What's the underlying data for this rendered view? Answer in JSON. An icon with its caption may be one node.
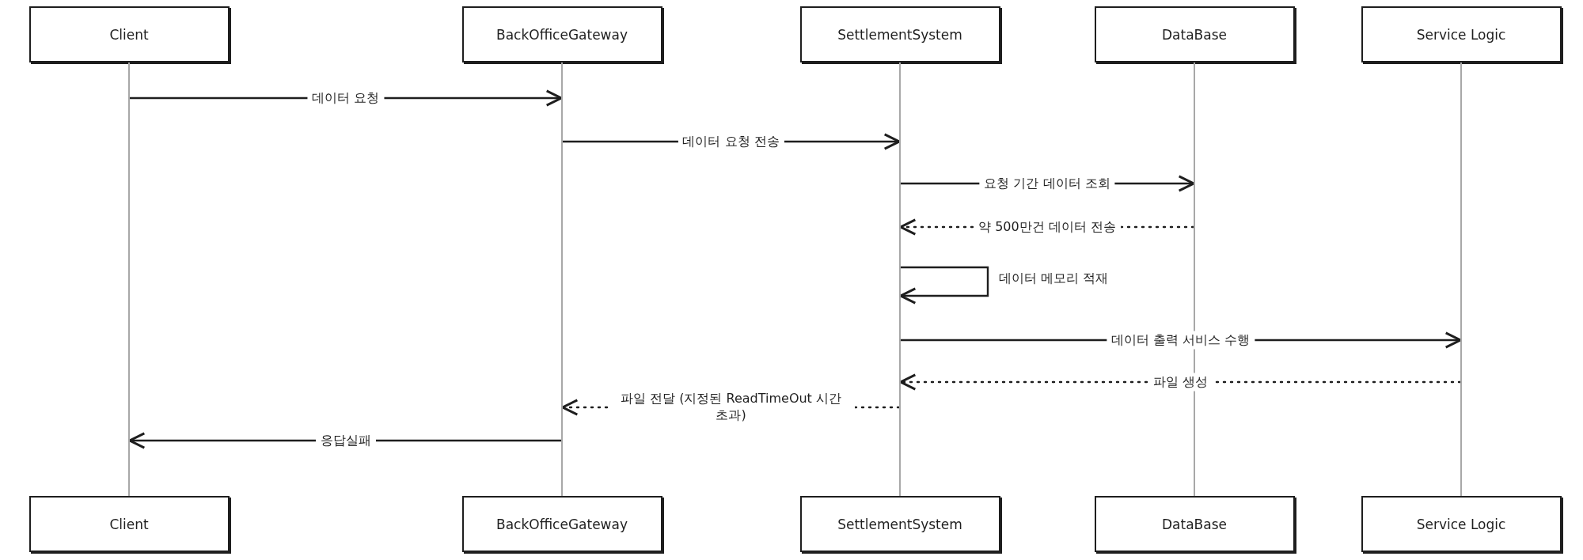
{
  "diagram": {
    "nodes": [
      {
        "text": [
          "Client"
        ]
      },
      {
        "text": [
          "BackOfficeGateway"
        ]
      },
      {
        "text": [
          "SettlementSystem"
        ]
      },
      {
        "text": [
          "DataBase"
        ]
      },
      {
        "text": [
          "Service Logic"
        ]
      },
      {
        "text": [
          "Client"
        ]
      },
      {
        "text": [
          "BackOfficeGateway"
        ]
      },
      {
        "text": [
          "SettlementSystem"
        ]
      },
      {
        "text": [
          "DataBase"
        ]
      },
      {
        "text": [
          "Service Logic"
        ]
      },
      {
        "text": [],
        "shape": "line"
      },
      {
        "text": [],
        "shape": "line"
      },
      {
        "text": [],
        "shape": "line"
      },
      {
        "text": [],
        "shape": "line"
      },
      {
        "text": [],
        "shape": "line"
      }
    ],
    "edges": [
      {
        "from": 10,
        "to": 11,
        "arrow": "to",
        "label": "데이터 요청"
      },
      {
        "from": 11,
        "to": 12,
        "arrow": "to",
        "label": "데이터 요청 전송"
      },
      {
        "from": 12,
        "to": 13,
        "arrow": "to",
        "label": "요청 기간 데이터 조회"
      },
      {
        "from": 13,
        "to": 12,
        "arrow": "to",
        "label": "약 500만건 데이터 전송",
        "style": "dashed"
      },
      {
        "from": 12,
        "to": 12,
        "arrow": "to",
        "label": "데이터 메모리 적재"
      },
      {
        "from": 12,
        "to": 14,
        "arrow": "to",
        "label": "데이터 출력 서비스 수행"
      },
      {
        "from": 14,
        "to": 12,
        "arrow": "to",
        "label": "파일 생성",
        "style": "dashed"
      },
      {
        "from": 12,
        "to": 11,
        "arrow": "to",
        "label": "파일 전달 (지정된 ReadTimeOut 시간 초과)",
        "style": "dashed"
      },
      {
        "from": 11,
        "to": 10,
        "arrow": "to",
        "label": "응답실패"
      }
    ]
  }
}
